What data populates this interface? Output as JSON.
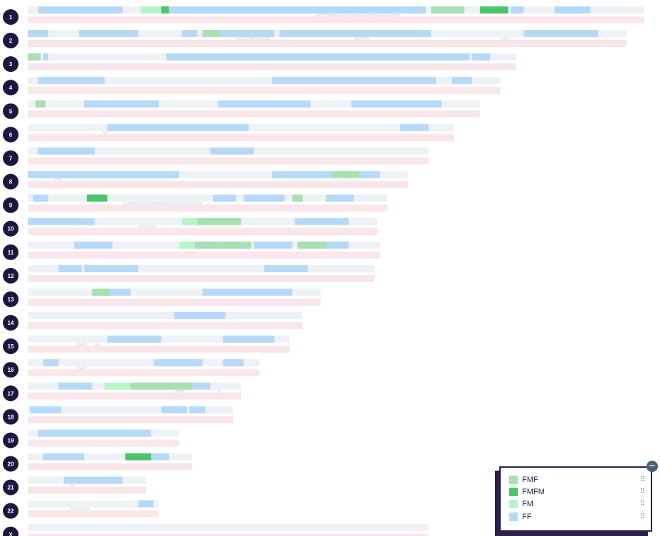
{
  "chart_data": {
    "type": "chromosome-ideogram",
    "chromosomes": [
      {
        "label": "1",
        "length": 240
      },
      {
        "label": "2",
        "length": 233
      },
      {
        "label": "3",
        "length": 190
      },
      {
        "label": "4",
        "length": 184
      },
      {
        "label": "5",
        "length": 176
      },
      {
        "label": "6",
        "length": 166
      },
      {
        "label": "7",
        "length": 156
      },
      {
        "label": "8",
        "length": 148
      },
      {
        "label": "9",
        "length": 140
      },
      {
        "label": "10",
        "length": 136
      },
      {
        "label": "11",
        "length": 137
      },
      {
        "label": "12",
        "length": 135
      },
      {
        "label": "13",
        "length": 114
      },
      {
        "label": "14",
        "length": 107
      },
      {
        "label": "15",
        "length": 102
      },
      {
        "label": "16",
        "length": 90
      },
      {
        "label": "17",
        "length": 83
      },
      {
        "label": "18",
        "length": 80
      },
      {
        "label": "19",
        "length": 59
      },
      {
        "label": "20",
        "length": 64
      },
      {
        "label": "21",
        "length": 46
      },
      {
        "label": "22",
        "length": 51
      },
      {
        "label": "X",
        "length": 156
      }
    ],
    "categories": [
      {
        "key": "FMF",
        "color": "#a8dfb3"
      },
      {
        "key": "FMFM",
        "color": "#4cc46c"
      },
      {
        "key": "FM",
        "color": "#b5f5c8"
      },
      {
        "key": "FF",
        "color": "#b7d9f8"
      }
    ],
    "base_track_color": "#eef1f5",
    "lower_track_color": "#f9e6ea",
    "hatch_color": "#9aa0aa",
    "segments": [
      {
        "chr": "1",
        "cat": "FF",
        "start": 4,
        "end": 37
      },
      {
        "chr": "1",
        "cat": "FM",
        "start": 44,
        "end": 52
      },
      {
        "chr": "1",
        "cat": "FMFM",
        "start": 52,
        "end": 55
      },
      {
        "chr": "1",
        "cat": "FF",
        "start": 55,
        "end": 155
      },
      {
        "chr": "1",
        "cat": "FMF",
        "start": 157,
        "end": 170
      },
      {
        "chr": "1",
        "cat": "FMFM",
        "start": 176,
        "end": 187
      },
      {
        "chr": "1",
        "cat": "FF",
        "start": 188,
        "end": 193
      },
      {
        "chr": "1",
        "cat": "FF",
        "start": 205,
        "end": 219
      },
      {
        "chr": "2",
        "cat": "FF",
        "start": 0,
        "end": 8
      },
      {
        "chr": "2",
        "cat": "FF",
        "start": 20,
        "end": 43
      },
      {
        "chr": "2",
        "cat": "FF",
        "start": 60,
        "end": 66
      },
      {
        "chr": "2",
        "cat": "FMF",
        "start": 68,
        "end": 75
      },
      {
        "chr": "2",
        "cat": "FF",
        "start": 75,
        "end": 96
      },
      {
        "chr": "2",
        "cat": "FF",
        "start": 98,
        "end": 157
      },
      {
        "chr": "2",
        "cat": "FF",
        "start": 193,
        "end": 222
      },
      {
        "chr": "3",
        "cat": "FMF",
        "start": 0,
        "end": 5
      },
      {
        "chr": "3",
        "cat": "FF",
        "start": 6,
        "end": 8
      },
      {
        "chr": "3",
        "cat": "FF",
        "start": 54,
        "end": 172
      },
      {
        "chr": "3",
        "cat": "FF",
        "start": 173,
        "end": 180
      },
      {
        "chr": "4",
        "cat": "FF",
        "start": 4,
        "end": 30
      },
      {
        "chr": "4",
        "cat": "FF",
        "start": 95,
        "end": 159
      },
      {
        "chr": "4",
        "cat": "FF",
        "start": 165,
        "end": 173
      },
      {
        "chr": "5",
        "cat": "FMF",
        "start": 3,
        "end": 7
      },
      {
        "chr": "5",
        "cat": "FF",
        "start": 22,
        "end": 51
      },
      {
        "chr": "5",
        "cat": "FF",
        "start": 74,
        "end": 110
      },
      {
        "chr": "5",
        "cat": "FF",
        "start": 126,
        "end": 161
      },
      {
        "chr": "6",
        "cat": "FF",
        "start": 31,
        "end": 86
      },
      {
        "chr": "6",
        "cat": "FF",
        "start": 145,
        "end": 156
      },
      {
        "chr": "7",
        "cat": "FF",
        "start": 4,
        "end": 26
      },
      {
        "chr": "7",
        "cat": "FF",
        "start": 71,
        "end": 88
      },
      {
        "chr": "8",
        "cat": "FF",
        "start": 0,
        "end": 59
      },
      {
        "chr": "8",
        "cat": "FF",
        "start": 95,
        "end": 118
      },
      {
        "chr": "8",
        "cat": "FMF",
        "start": 118,
        "end": 123
      },
      {
        "chr": "8",
        "cat": "FMF",
        "start": 123,
        "end": 129
      },
      {
        "chr": "8",
        "cat": "FF",
        "start": 129,
        "end": 137
      },
      {
        "chr": "9",
        "cat": "FF",
        "start": 2,
        "end": 8
      },
      {
        "chr": "9",
        "cat": "FMFM",
        "start": 23,
        "end": 31
      },
      {
        "chr": "9",
        "cat": "FF",
        "start": 72,
        "end": 81
      },
      {
        "chr": "9",
        "cat": "FF",
        "start": 84,
        "end": 100
      },
      {
        "chr": "9",
        "cat": "FMF",
        "start": 103,
        "end": 107
      },
      {
        "chr": "9",
        "cat": "FF",
        "start": 116,
        "end": 127
      },
      {
        "chr": "10",
        "cat": "FF",
        "start": 0,
        "end": 26
      },
      {
        "chr": "10",
        "cat": "FM",
        "start": 60,
        "end": 66
      },
      {
        "chr": "10",
        "cat": "FMF",
        "start": 66,
        "end": 83
      },
      {
        "chr": "10",
        "cat": "FF",
        "start": 104,
        "end": 125
      },
      {
        "chr": "11",
        "cat": "FF",
        "start": 18,
        "end": 33
      },
      {
        "chr": "11",
        "cat": "FM",
        "start": 59,
        "end": 65
      },
      {
        "chr": "11",
        "cat": "FMF",
        "start": 65,
        "end": 74
      },
      {
        "chr": "11",
        "cat": "FMF",
        "start": 74,
        "end": 85
      },
      {
        "chr": "11",
        "cat": "FMF",
        "start": 85,
        "end": 87
      },
      {
        "chr": "11",
        "cat": "FF",
        "start": 88,
        "end": 103
      },
      {
        "chr": "11",
        "cat": "FMF",
        "start": 105,
        "end": 116
      },
      {
        "chr": "11",
        "cat": "FF",
        "start": 116,
        "end": 125
      },
      {
        "chr": "12",
        "cat": "FF",
        "start": 12,
        "end": 21
      },
      {
        "chr": "12",
        "cat": "FF",
        "start": 22,
        "end": 43
      },
      {
        "chr": "12",
        "cat": "FF",
        "start": 92,
        "end": 109
      },
      {
        "chr": "13",
        "cat": "FMF",
        "start": 25,
        "end": 32
      },
      {
        "chr": "13",
        "cat": "FF",
        "start": 32,
        "end": 40
      },
      {
        "chr": "13",
        "cat": "FF",
        "start": 68,
        "end": 103
      },
      {
        "chr": "14",
        "cat": "FF",
        "start": 57,
        "end": 77
      },
      {
        "chr": "15",
        "cat": "FF",
        "start": 31,
        "end": 52
      },
      {
        "chr": "15",
        "cat": "FF",
        "start": 76,
        "end": 96
      },
      {
        "chr": "16",
        "cat": "FF",
        "start": 6,
        "end": 12
      },
      {
        "chr": "16",
        "cat": "FF",
        "start": 49,
        "end": 68
      },
      {
        "chr": "16",
        "cat": "FF",
        "start": 76,
        "end": 84
      },
      {
        "chr": "17",
        "cat": "FF",
        "start": 12,
        "end": 25
      },
      {
        "chr": "17",
        "cat": "FM",
        "start": 30,
        "end": 40
      },
      {
        "chr": "17",
        "cat": "FMF",
        "start": 40,
        "end": 64
      },
      {
        "chr": "17",
        "cat": "FF",
        "start": 64,
        "end": 71
      },
      {
        "chr": "18",
        "cat": "FF",
        "start": 1,
        "end": 13
      },
      {
        "chr": "18",
        "cat": "FF",
        "start": 52,
        "end": 62
      },
      {
        "chr": "18",
        "cat": "FF",
        "start": 63,
        "end": 69
      },
      {
        "chr": "19",
        "cat": "FF",
        "start": 4,
        "end": 48
      },
      {
        "chr": "20",
        "cat": "FF",
        "start": 6,
        "end": 22
      },
      {
        "chr": "20",
        "cat": "FMFM",
        "start": 38,
        "end": 48
      },
      {
        "chr": "20",
        "cat": "FF",
        "start": 48,
        "end": 55
      },
      {
        "chr": "21",
        "cat": "FF",
        "start": 14,
        "end": 37
      },
      {
        "chr": "22",
        "cat": "FF",
        "start": 43,
        "end": 49
      }
    ],
    "hatches": [
      {
        "chr": "1",
        "start": 112,
        "end": 145
      },
      {
        "chr": "2",
        "start": 81,
        "end": 94
      },
      {
        "chr": "2",
        "start": 127,
        "end": 133
      },
      {
        "chr": "2",
        "start": 184,
        "end": 188
      },
      {
        "chr": "6",
        "start": 29,
        "end": 31
      },
      {
        "chr": "8",
        "start": 10,
        "end": 13
      },
      {
        "chr": "9",
        "start": 37,
        "end": 68
      },
      {
        "chr": "10",
        "start": 43,
        "end": 50
      },
      {
        "chr": "15",
        "start": 19,
        "end": 23
      },
      {
        "chr": "15",
        "start": 26,
        "end": 28
      },
      {
        "chr": "16",
        "start": 19,
        "end": 23
      },
      {
        "chr": "17",
        "start": 57,
        "end": 61
      },
      {
        "chr": "17",
        "start": 74,
        "end": 75
      },
      {
        "chr": "21",
        "start": 16,
        "end": 18
      },
      {
        "chr": "22",
        "start": 16,
        "end": 24
      }
    ]
  },
  "legend": {
    "items": [
      {
        "label": "FMF",
        "color": "#a8dfb3"
      },
      {
        "label": "FMFM",
        "color": "#4cc46c"
      },
      {
        "label": "FM",
        "color": "#b5f5c8"
      },
      {
        "label": "FF",
        "color": "#b7d9f8"
      }
    ],
    "collapse_glyph": "−",
    "handle_glyph": "⠿"
  }
}
